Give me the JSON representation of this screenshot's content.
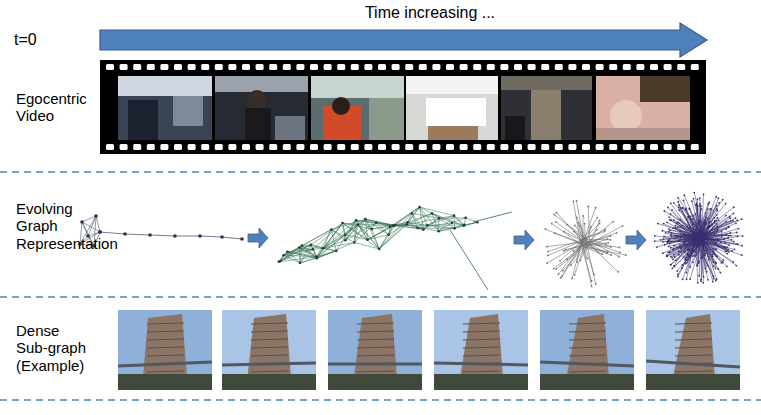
{
  "diagram": {
    "labels": [
      "Time increasing ...",
      "t=0",
      "Egocentric Video",
      "Evolving Graph Representation",
      "Dense Sub-graph (Example)"
    ]
  }
}
